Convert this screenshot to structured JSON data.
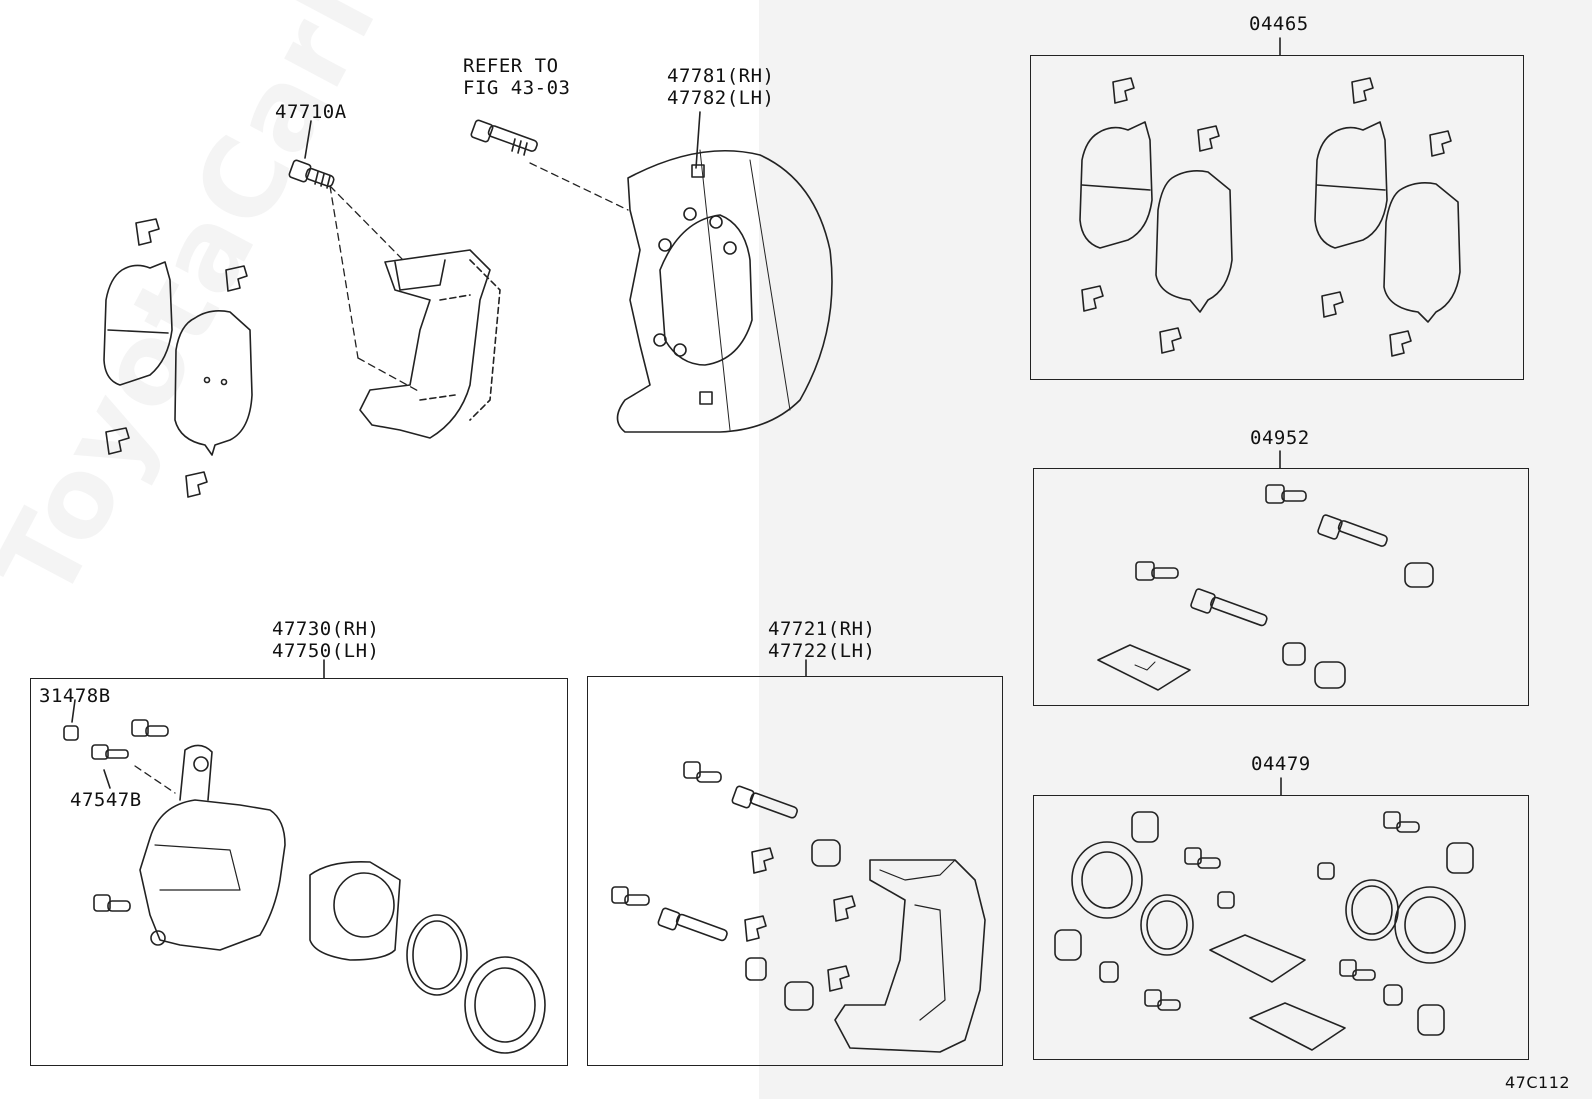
{
  "watermark": "ToyotaCarMine.ru",
  "labels": {
    "refer_line1": "REFER TO",
    "refer_line2": "FIG 43-03",
    "p47710A": "47710A",
    "p47781": "47781(RH)",
    "p47782": "47782(LH)",
    "p04465": "04465",
    "p04952": "04952",
    "p04479": "04479",
    "p47730": "47730(RH)",
    "p47750": "47750(LH)",
    "p31478B": "31478B",
    "p47547B": "47547B",
    "p47721": "47721(RH)",
    "p47722": "47722(LH)",
    "figure_code": "47C112"
  },
  "colors": {
    "line": "#222222",
    "shade": "#f3f3f3"
  }
}
